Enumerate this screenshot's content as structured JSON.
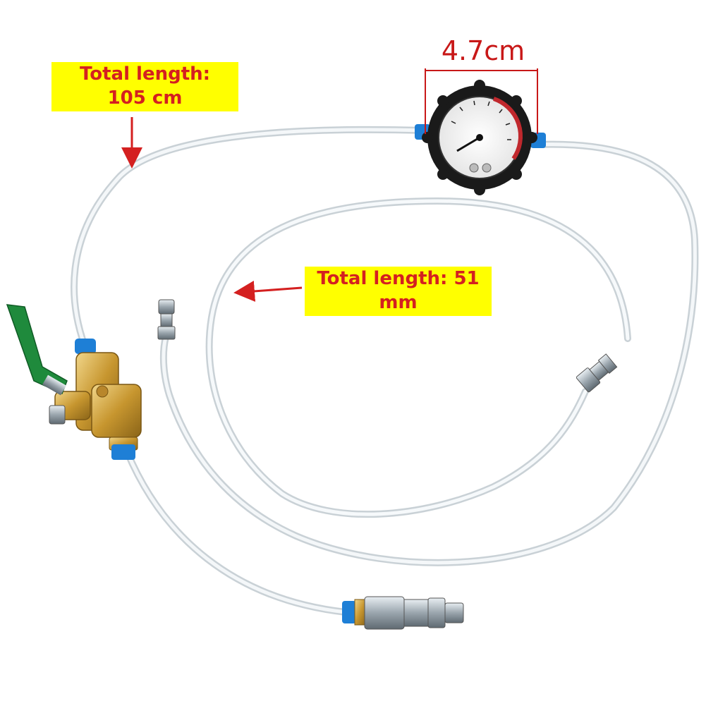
{
  "labels": {
    "main_tube": [
      "Total length:",
      "105 cm"
    ],
    "inner_tube": [
      "Total length: 51",
      "mm"
    ],
    "gauge_dimension": "4.7cm"
  },
  "colors": {
    "label_background": "#ffff00",
    "label_text": "#d42020",
    "arrow": "#d42020",
    "tube": "#dfe6ea",
    "brass": "#c99a3a",
    "valve_handle": "#1f8a3c",
    "fitting_blue": "#1e7fd6"
  }
}
